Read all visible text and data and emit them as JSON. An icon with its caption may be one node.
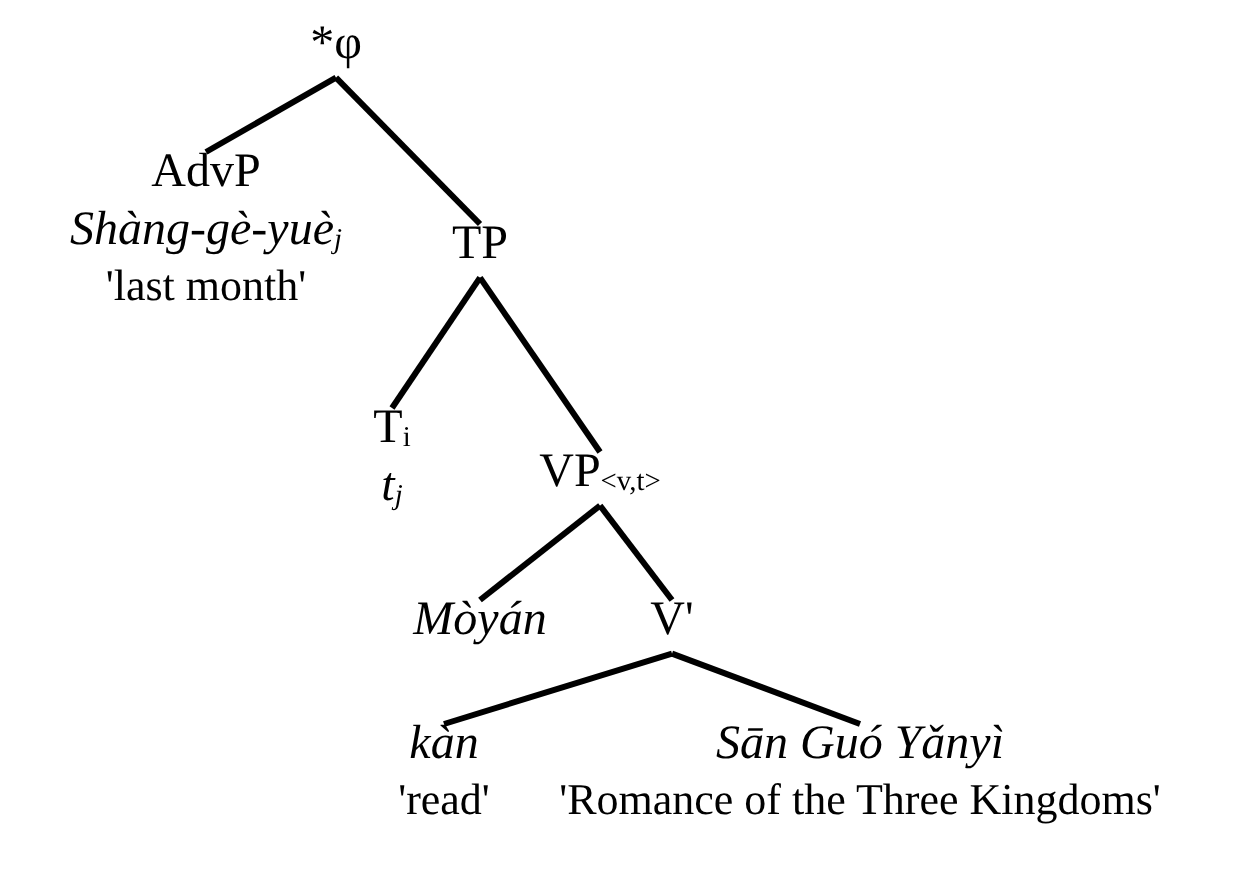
{
  "diagram": {
    "nodes": [
      {
        "text": [
          "*φ"
        ]
      },
      {
        "text": [
          "AdvP",
          "Shàng-gè-yuè$_{j}$",
          "'last month'"
        ]
      },
      {
        "text": [
          "TP"
        ]
      },
      {
        "text": [
          "T$_{i}$",
          "t$_{j}$"
        ]
      },
      {
        "text": [
          "VP$_{<v,t>}$"
        ]
      },
      {
        "text": [
          "Mòyán"
        ]
      },
      {
        "text": [
          "V'"
        ]
      },
      {
        "text": [
          "kàn",
          "'read'"
        ]
      },
      {
        "text": [
          "Sān Guó Yǎnyì",
          "'Romance of the Three Kingdoms'"
        ]
      }
    ],
    "edges": [
      {
        "from": 0,
        "to": 1,
        "arrow": "none"
      },
      {
        "from": 0,
        "to": 2,
        "arrow": "none"
      },
      {
        "from": 2,
        "to": 3,
        "arrow": "none"
      },
      {
        "from": 2,
        "to": 4,
        "arrow": "none"
      },
      {
        "from": 4,
        "to": 5,
        "arrow": "none"
      },
      {
        "from": 4,
        "to": 6,
        "arrow": "none"
      },
      {
        "from": 6,
        "to": 7,
        "arrow": "none"
      },
      {
        "from": 6,
        "to": 8,
        "arrow": "none"
      }
    ]
  }
}
